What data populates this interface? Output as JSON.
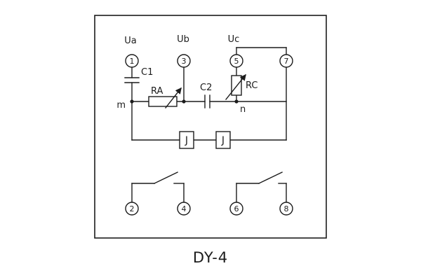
{
  "diagram": {
    "caption": "DY-4",
    "voltage_labels": {
      "ua": "Ua",
      "ub": "Ub",
      "uc": "Uc"
    },
    "node_labels": {
      "m": "m",
      "n": "n"
    },
    "component_labels": {
      "c1": "C1",
      "ra": "RA",
      "c2": "C2",
      "rc": "RC",
      "relay_left": "J",
      "relay_right": "J"
    },
    "terminal_numbers": {
      "t1": "1",
      "t2": "2",
      "t3": "3",
      "t4": "4",
      "t5": "5",
      "t6": "6",
      "t7": "7",
      "t8": "8"
    }
  }
}
